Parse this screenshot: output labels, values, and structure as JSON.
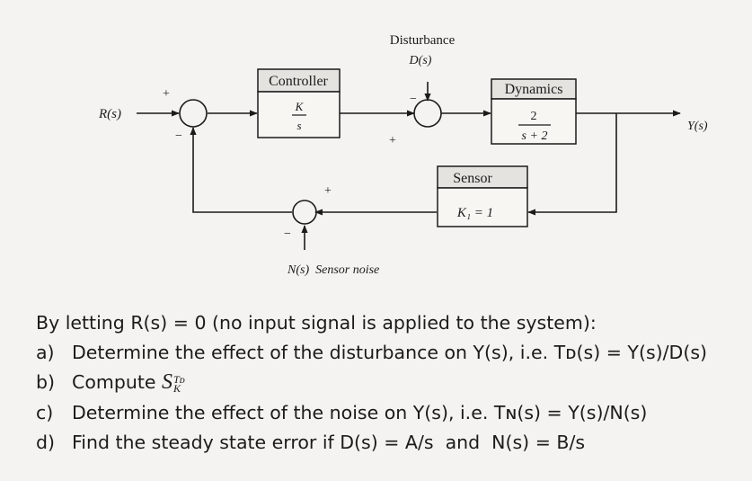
{
  "diagram": {
    "input_label": "R(s)",
    "output_label": "Y(s)",
    "disturbance_label": "Disturbance",
    "disturbance_symbol": "D(s)",
    "noise_label": "N(s)  Sensor noise",
    "controller": {
      "title": "Controller",
      "num": "K",
      "den": "s"
    },
    "dynamics": {
      "title": "Dynamics",
      "num": "2",
      "den": "s + 2"
    },
    "sensor": {
      "title": "Sensor",
      "gain": "K₁ = 1"
    },
    "signs": {
      "sum1_top": "+",
      "sum1_bottom": "−",
      "sum2_top": "−",
      "sum2_bottom": "+",
      "sum3_top": "+",
      "sum3_bottom": "−"
    }
  },
  "questions": {
    "intro": "By letting R(s) = 0 (no input signal is applied to the system):",
    "a_letter": "a)",
    "a_text": "Determine the effect of the disturbance on Y(s), i.e. Tᴅ(s) = Y(s)/D(s)",
    "b_letter": "b)",
    "b_text": "Compute",
    "b_sym_base": "S",
    "b_sym_sup": "Tᴅ",
    "b_sym_sub": "K",
    "c_letter": "c)",
    "c_text": "Determine the effect of the noise on Y(s), i.e. Tɴ(s) = Y(s)/N(s)",
    "d_letter": "d)",
    "d_text": "Find the steady state error if D(s) = A/s  and  N(s) = B/s"
  }
}
